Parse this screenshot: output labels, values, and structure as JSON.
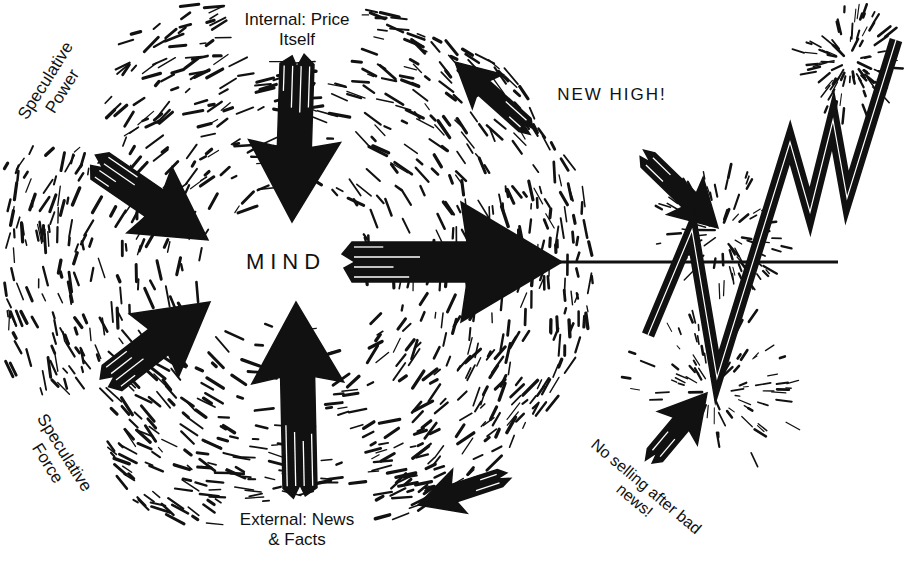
{
  "diagram": {
    "labels": [
      "Internal: Price Itself",
      "Speculative Power",
      "NEW HIGH!",
      "MIND",
      "Speculative Force",
      "No selling after bad news!",
      "External: News & Facts"
    ]
  }
}
